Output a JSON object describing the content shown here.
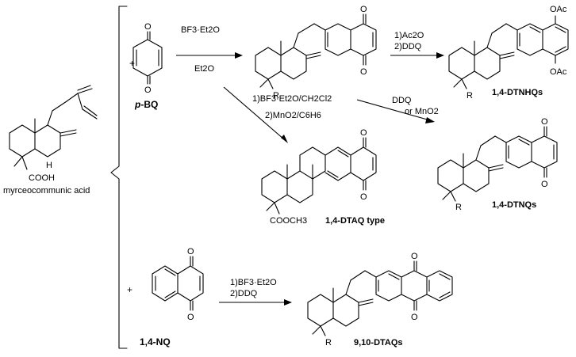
{
  "start_label": "myrceocommunic acid",
  "start_cooh": "COOH",
  "start_h": "H",
  "plus": "+",
  "pbq": {
    "name_prefix": "p",
    "name_suffix": "-BQ",
    "o_top": "O",
    "o_bottom": "O"
  },
  "nq": {
    "name": "1,4-NQ",
    "o_top": "O",
    "o_bottom": "O"
  },
  "reagents": {
    "r1a": "BF3·Et2O",
    "r1b": "Et2O",
    "r2a": "1)Ac2O",
    "r2b": "2)DDQ",
    "r3a": "DDQ",
    "r3b": "or MnO2",
    "r4a": "1)BF3·Et2O/CH2Cl2",
    "r4b": "2)MnO2/C6H6",
    "r5a": "1)BF3·Et2O",
    "r5b": "2)DDQ"
  },
  "products": {
    "adduct_o_top": "O",
    "adduct_o_bottom": "O",
    "adduct_r": "R",
    "dtnhq_label": "1,4-DTNHQs",
    "dtnhq_oac_top": "OAc",
    "dtnhq_oac_bottom": "OAc",
    "dtnhq_r": "R",
    "dtnq_label": "1,4-DTNQs",
    "dtnq_o_top": "O",
    "dtnq_o_bottom": "O",
    "dtnq_r": "R",
    "dtaq_label": "1,4-DTAQ type",
    "dtaq_ester": "COOCH3",
    "dtaq_o_top": "O",
    "dtaq_o_bottom": "O",
    "aq_label": "9,10-DTAQs",
    "aq_o_top": "O",
    "aq_o_bottom": "O",
    "aq_r": "R"
  }
}
